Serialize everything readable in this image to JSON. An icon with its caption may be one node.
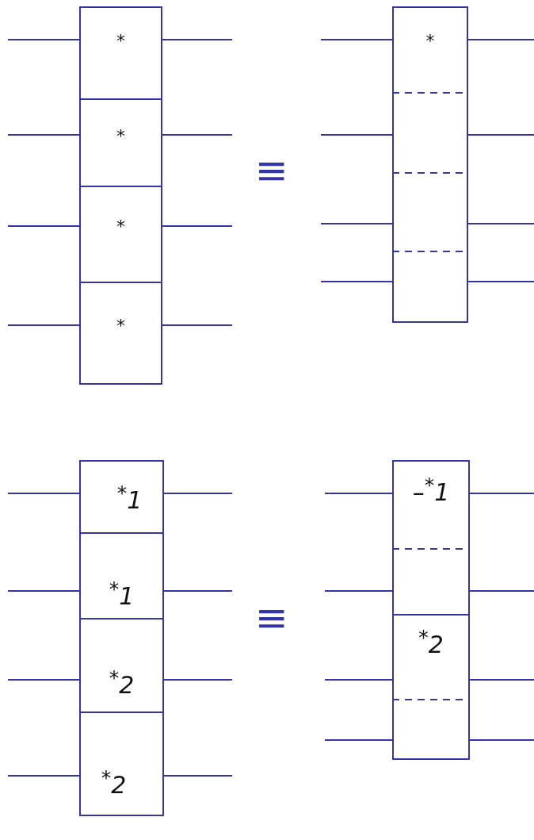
{
  "diagram": {
    "nodes": [
      {
        "text": [
          "*"
        ]
      },
      {
        "text": [
          "*"
        ]
      },
      {
        "text": [
          "*"
        ]
      },
      {
        "text": [
          "*"
        ]
      },
      {
        "text": [
          "*"
        ]
      },
      {
        "text": [
          "$^{*}$1"
        ]
      },
      {
        "text": [
          "$^{*}$1"
        ]
      },
      {
        "text": [
          "$^{*}$2"
        ]
      },
      {
        "text": [
          "$^{*}$2"
        ]
      },
      {
        "text": [
          "–$^{*}$1"
        ]
      },
      {
        "text": [
          "$^{*}$2"
        ]
      }
    ],
    "edges": [
      {
        "from": null,
        "to": 0,
        "arrow": "none"
      },
      {
        "from": 0,
        "to": null,
        "arrow": "none"
      },
      {
        "from": null,
        "to": 1,
        "arrow": "none"
      },
      {
        "from": 1,
        "to": null,
        "arrow": "none"
      },
      {
        "from": null,
        "to": 2,
        "arrow": "none"
      },
      {
        "from": 2,
        "to": null,
        "arrow": "none"
      },
      {
        "from": null,
        "to": 3,
        "arrow": "none"
      },
      {
        "from": 3,
        "to": null,
        "arrow": "none"
      },
      {
        "from": null,
        "to": 4,
        "arrow": "none"
      },
      {
        "from": null,
        "to": 4,
        "arrow": "none"
      },
      {
        "from": null,
        "to": 4,
        "arrow": "none"
      },
      {
        "from": null,
        "to": 4,
        "arrow": "none"
      },
      {
        "from": 4,
        "to": null,
        "arrow": "none"
      },
      {
        "from": 4,
        "to": null,
        "arrow": "none"
      },
      {
        "from": 4,
        "to": null,
        "arrow": "none"
      },
      {
        "from": 4,
        "to": null,
        "arrow": "none"
      },
      {
        "from": null,
        "to": 5,
        "arrow": "none"
      },
      {
        "from": 5,
        "to": null,
        "arrow": "none"
      },
      {
        "from": null,
        "to": 6,
        "arrow": "none"
      },
      {
        "from": 6,
        "to": null,
        "arrow": "none"
      },
      {
        "from": null,
        "to": 7,
        "arrow": "none"
      },
      {
        "from": 7,
        "to": null,
        "arrow": "none"
      },
      {
        "from": null,
        "to": 8,
        "arrow": "none"
      },
      {
        "from": 8,
        "to": null,
        "arrow": "none"
      },
      {
        "from": null,
        "to": 9,
        "arrow": "none"
      },
      {
        "from": null,
        "to": 9,
        "arrow": "none"
      },
      {
        "from": 9,
        "to": null,
        "arrow": "none"
      },
      {
        "from": 9,
        "to": null,
        "arrow": "none"
      },
      {
        "from": null,
        "to": 10,
        "arrow": "none"
      },
      {
        "from": null,
        "to": 10,
        "arrow": "none"
      },
      {
        "from": 10,
        "to": null,
        "arrow": "none"
      },
      {
        "from": 10,
        "to": null,
        "arrow": "none"
      }
    ],
    "labels": [
      "≡",
      "≡"
    ]
  }
}
